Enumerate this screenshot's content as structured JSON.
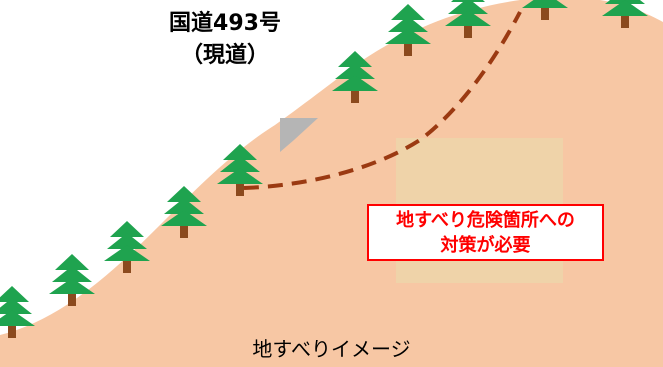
{
  "road_label": {
    "line1": "国道493号",
    "line2": "（現道）"
  },
  "warning": {
    "line1": "地すべり危険箇所への",
    "line2": "対策が必要"
  },
  "caption": "地すべりイメージ",
  "colors": {
    "ground": "#f7c7a4",
    "slide_zone": "#efd3a9",
    "tree_leaf": "#1fa34f",
    "tree_trunk": "#8b4a1e",
    "slip_line": "#9b3a12",
    "warning_red": "#ff0000",
    "structure_grey": "#b5b5b5"
  }
}
